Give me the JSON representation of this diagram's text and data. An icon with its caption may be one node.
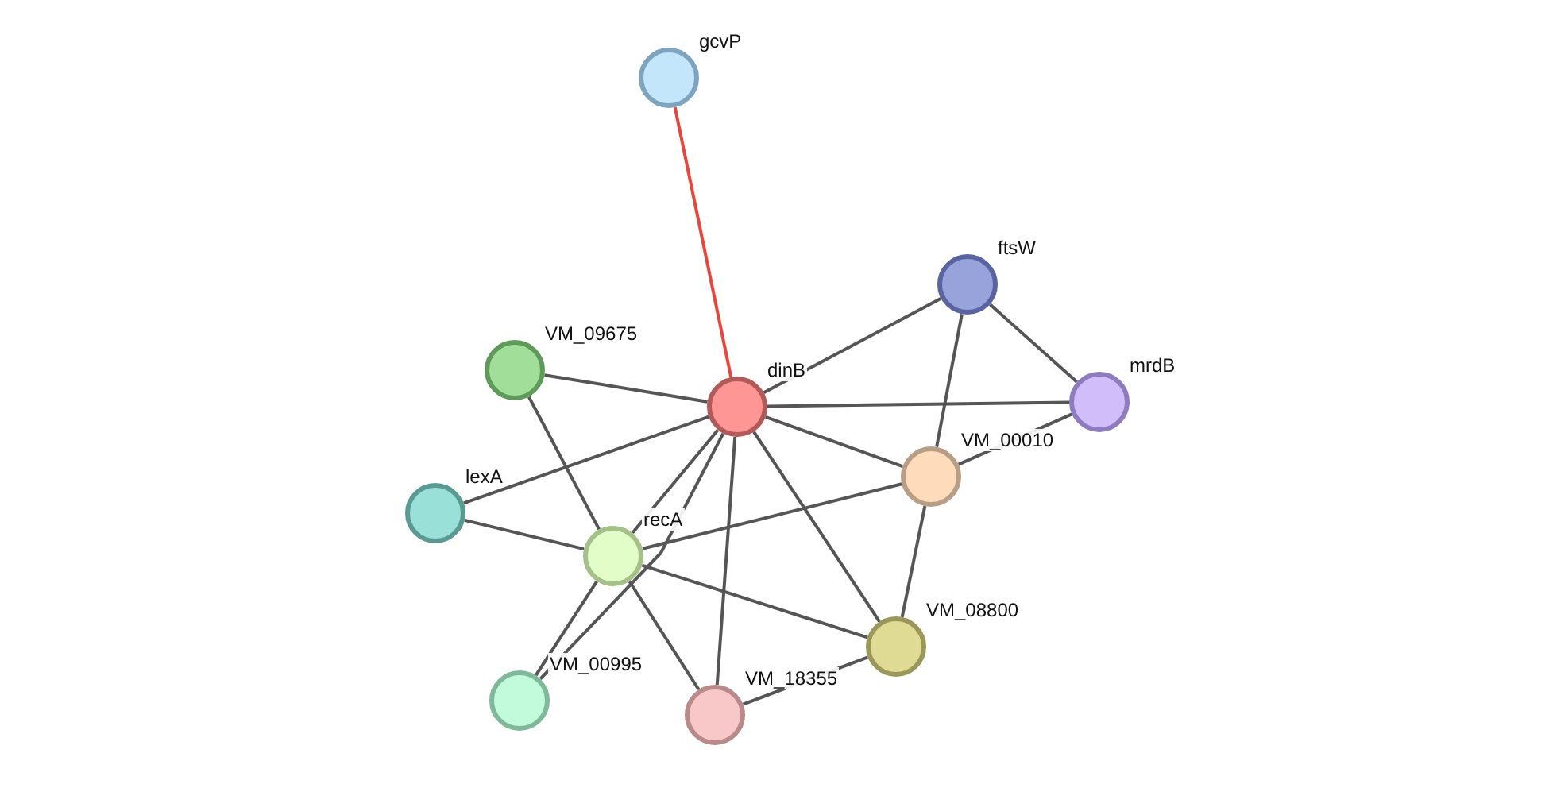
{
  "diagram": {
    "nodes": [
      {
        "text": [],
        "shape": "circle",
        "beside": [
          "gcvP"
        ]
      },
      {
        "text": [],
        "shape": "circle",
        "beside": [
          "ftsW"
        ]
      },
      {
        "text": [],
        "shape": "circle",
        "beside": [
          "VM_09675"
        ]
      },
      {
        "text": [],
        "shape": "circle",
        "beside": [
          "dinB"
        ]
      },
      {
        "text": [],
        "shape": "circle",
        "beside": [
          "mrdB"
        ]
      },
      {
        "text": [],
        "shape": "circle",
        "beside": [
          "VM_00010"
        ]
      },
      {
        "text": [],
        "shape": "circle",
        "beside": [
          "lexA"
        ]
      },
      {
        "text": [],
        "shape": "circle",
        "beside": [
          "recA"
        ]
      },
      {
        "text": [],
        "shape": "circle",
        "beside": [
          "VM_08800"
        ]
      },
      {
        "text": [],
        "shape": "circle",
        "beside": [
          "VM_00995"
        ]
      },
      {
        "text": [],
        "shape": "circle",
        "beside": [
          "VM_18355"
        ]
      }
    ],
    "edges": [
      {
        "from": 0,
        "to": 3,
        "arrow": "none",
        "color": "#e8453c"
      },
      {
        "from": 3,
        "to": 1,
        "arrow": "none"
      },
      {
        "from": 3,
        "to": 4,
        "arrow": "none"
      },
      {
        "from": 3,
        "to": 5,
        "arrow": "none"
      },
      {
        "from": 3,
        "to": 2,
        "arrow": "none"
      },
      {
        "from": 3,
        "to": 6,
        "arrow": "none"
      },
      {
        "from": 3,
        "to": 7,
        "arrow": "none"
      },
      {
        "from": 3,
        "to": 10,
        "arrow": "none"
      },
      {
        "from": 3,
        "to": 8,
        "arrow": "none"
      },
      {
        "from": 3,
        "to": 9,
        "arrow": "none"
      },
      {
        "from": 1,
        "to": 4,
        "arrow": "none"
      },
      {
        "from": 1,
        "to": 5,
        "arrow": "none"
      },
      {
        "from": 4,
        "to": 5,
        "arrow": "none"
      },
      {
        "from": 2,
        "to": 7,
        "arrow": "none"
      },
      {
        "from": 6,
        "to": 7,
        "arrow": "none"
      },
      {
        "from": 7,
        "to": 5,
        "arrow": "none"
      },
      {
        "from": 7,
        "to": 8,
        "arrow": "none"
      },
      {
        "from": 7,
        "to": 10,
        "arrow": "none"
      },
      {
        "from": 7,
        "to": 9,
        "arrow": "none"
      },
      {
        "from": 5,
        "to": 8,
        "arrow": "none"
      },
      {
        "from": 10,
        "to": 8,
        "arrow": "none"
      }
    ]
  }
}
